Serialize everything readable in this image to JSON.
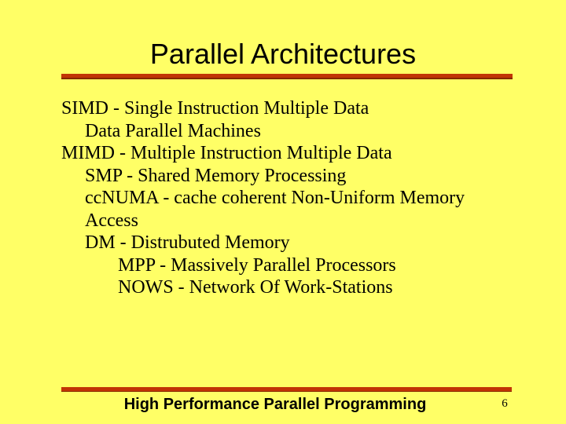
{
  "slide": {
    "title": "Parallel Architectures",
    "body": {
      "lines": [
        {
          "text": "SIMD - Single Instruction Multiple Data",
          "indent": 0
        },
        {
          "text": "Data Parallel Machines",
          "indent": 1
        },
        {
          "text": "MIMD - Multiple Instruction Multiple Data",
          "indent": 0
        },
        {
          "text": "SMP - Shared Memory Processing",
          "indent": 1
        },
        {
          "text": "ccNUMA - cache coherent Non-Uniform Memory",
          "indent": 1
        },
        {
          "text": "Access",
          "indent": 1
        },
        {
          "text": "DM - Distrubuted Memory",
          "indent": 1
        },
        {
          "text": "MPP - Massively Parallel Processors",
          "indent": 2
        },
        {
          "text": "NOWS - Network Of Work-Stations",
          "indent": 2
        }
      ]
    },
    "footer": {
      "label": "High Performance Parallel Programming",
      "page_number": "6"
    },
    "colors": {
      "background": "#FFFF66",
      "text": "#000000",
      "rule": "#C13505",
      "rule_shadow": "#872700"
    }
  }
}
